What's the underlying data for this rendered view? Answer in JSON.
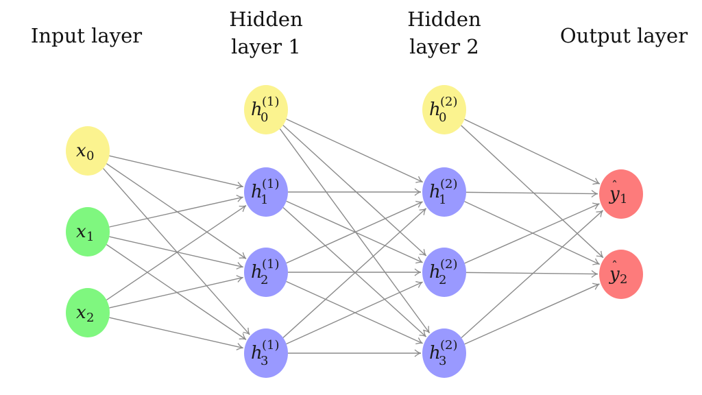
{
  "title": "Feedforward neural network diagram",
  "colors": {
    "bias": "#fbf38f",
    "input": "#7ff77f",
    "hidden": "#9999ff",
    "output": "#fd7b7b",
    "edge": "#8a8a8a"
  },
  "layers": [
    {
      "id": "input",
      "title_lines": [
        "Input layer"
      ],
      "nodes": [
        {
          "id": "x0",
          "base": "x",
          "sub": "0",
          "sup": "",
          "hat": false,
          "kind": "bias"
        },
        {
          "id": "x1",
          "base": "x",
          "sub": "1",
          "sup": "",
          "hat": false,
          "kind": "input"
        },
        {
          "id": "x2",
          "base": "x",
          "sub": "2",
          "sup": "",
          "hat": false,
          "kind": "input"
        }
      ]
    },
    {
      "id": "hidden1",
      "title_lines": [
        "Hidden",
        "layer 1"
      ],
      "nodes": [
        {
          "id": "h1_0",
          "base": "h",
          "sub": "0",
          "sup": "(1)",
          "hat": false,
          "kind": "bias"
        },
        {
          "id": "h1_1",
          "base": "h",
          "sub": "1",
          "sup": "(1)",
          "hat": false,
          "kind": "hidden"
        },
        {
          "id": "h1_2",
          "base": "h",
          "sub": "2",
          "sup": "(1)",
          "hat": false,
          "kind": "hidden"
        },
        {
          "id": "h1_3",
          "base": "h",
          "sub": "3",
          "sup": "(1)",
          "hat": false,
          "kind": "hidden"
        }
      ]
    },
    {
      "id": "hidden2",
      "title_lines": [
        "Hidden",
        "layer 2"
      ],
      "nodes": [
        {
          "id": "h2_0",
          "base": "h",
          "sub": "0",
          "sup": "(2)",
          "hat": false,
          "kind": "bias"
        },
        {
          "id": "h2_1",
          "base": "h",
          "sub": "1",
          "sup": "(2)",
          "hat": false,
          "kind": "hidden"
        },
        {
          "id": "h2_2",
          "base": "h",
          "sub": "2",
          "sup": "(2)",
          "hat": false,
          "kind": "hidden"
        },
        {
          "id": "h2_3",
          "base": "h",
          "sub": "3",
          "sup": "(2)",
          "hat": false,
          "kind": "hidden"
        }
      ]
    },
    {
      "id": "output",
      "title_lines": [
        "Output layer"
      ],
      "nodes": [
        {
          "id": "y1",
          "base": "y",
          "sub": "1",
          "sup": "",
          "hat": true,
          "kind": "output"
        },
        {
          "id": "y2",
          "base": "y",
          "sub": "2",
          "sup": "",
          "hat": true,
          "kind": "output"
        }
      ]
    }
  ],
  "edges": [
    [
      "x0",
      "h1_1"
    ],
    [
      "x0",
      "h1_2"
    ],
    [
      "x0",
      "h1_3"
    ],
    [
      "x1",
      "h1_1"
    ],
    [
      "x1",
      "h1_2"
    ],
    [
      "x1",
      "h1_3"
    ],
    [
      "x2",
      "h1_1"
    ],
    [
      "x2",
      "h1_2"
    ],
    [
      "x2",
      "h1_3"
    ],
    [
      "h1_0",
      "h2_1"
    ],
    [
      "h1_0",
      "h2_2"
    ],
    [
      "h1_0",
      "h2_3"
    ],
    [
      "h1_1",
      "h2_1"
    ],
    [
      "h1_1",
      "h2_2"
    ],
    [
      "h1_1",
      "h2_3"
    ],
    [
      "h1_2",
      "h2_1"
    ],
    [
      "h1_2",
      "h2_2"
    ],
    [
      "h1_2",
      "h2_3"
    ],
    [
      "h1_3",
      "h2_1"
    ],
    [
      "h1_3",
      "h2_2"
    ],
    [
      "h1_3",
      "h2_3"
    ],
    [
      "h2_0",
      "y1"
    ],
    [
      "h2_0",
      "y2"
    ],
    [
      "h2_1",
      "y1"
    ],
    [
      "h2_1",
      "y2"
    ],
    [
      "h2_2",
      "y1"
    ],
    [
      "h2_2",
      "y2"
    ],
    [
      "h2_3",
      "y1"
    ],
    [
      "h2_3",
      "y2"
    ]
  ]
}
